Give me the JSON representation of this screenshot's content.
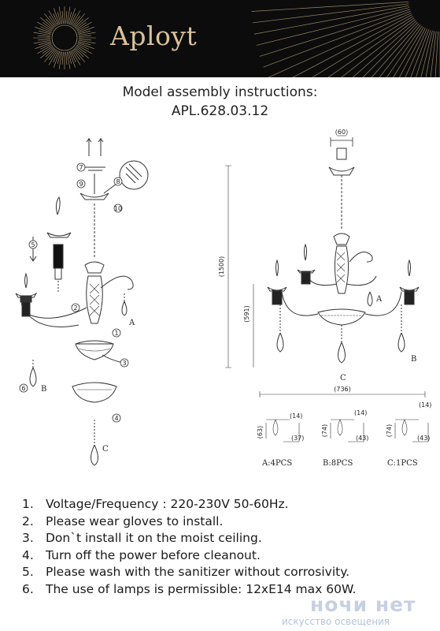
{
  "header": {
    "brand": "Aployt"
  },
  "title": {
    "line1": "Model assembly instructions:",
    "line2": "APL.628.03.12"
  },
  "diagram": {
    "dimensions": {
      "top_width": "(60)",
      "height_total": "(1500)",
      "height_body": "(591)",
      "width_total": "(736)"
    },
    "part_labels": {
      "a": "A",
      "b": "B",
      "c": "C"
    },
    "step_numbers": [
      "7",
      "8",
      "9",
      "10",
      "5",
      "1",
      "2",
      "3",
      "4",
      "6"
    ],
    "crystals": [
      {
        "name": "A:4PCS",
        "w": "(14)",
        "h": "(63)",
        "d": "(37)"
      },
      {
        "name": "B:8PCS",
        "w": "(14)",
        "h": "(74)",
        "d": "(43)"
      },
      {
        "name": "C:1PCS",
        "w": "(14)",
        "h": "(74)",
        "d": "(43)"
      }
    ]
  },
  "instructions": [
    {
      "num": "1.",
      "text": "Voltage/Frequency : 220-230V 50-60Hz."
    },
    {
      "num": "2.",
      "text": "Please wear gloves to install."
    },
    {
      "num": "3.",
      "text": "Don`t install it on the moist ceiling."
    },
    {
      "num": "4.",
      "text": "Turn off the power before cleanout."
    },
    {
      "num": "5.",
      "text": "Please wash with the sanitizer without corrosivity."
    },
    {
      "num": "6.",
      "text": "The use of lamps is permissible: 12xE14 max 60W."
    }
  ],
  "watermark": {
    "main": "ночи нет",
    "sub": "искусство освещения"
  },
  "colors": {
    "header_bg": "#0c0c0c",
    "brand_gold": "#d9c19a"
  }
}
